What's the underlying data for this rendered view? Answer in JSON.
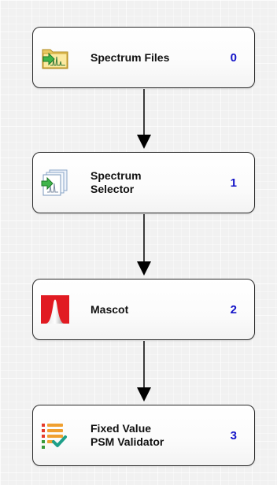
{
  "workflow": {
    "nodes": [
      {
        "label": "Spectrum Files",
        "index": "0",
        "icon": "spectrum-files-icon"
      },
      {
        "label": "Spectrum\nSelector",
        "index": "1",
        "icon": "spectrum-selector-icon"
      },
      {
        "label": "Mascot",
        "index": "2",
        "icon": "mascot-icon"
      },
      {
        "label": "Fixed Value\nPSM Validator",
        "index": "3",
        "icon": "psm-validator-icon"
      }
    ]
  },
  "colors": {
    "index_text": "#1414c8",
    "border": "#2b2b2b",
    "background": "#f1f1f1"
  }
}
